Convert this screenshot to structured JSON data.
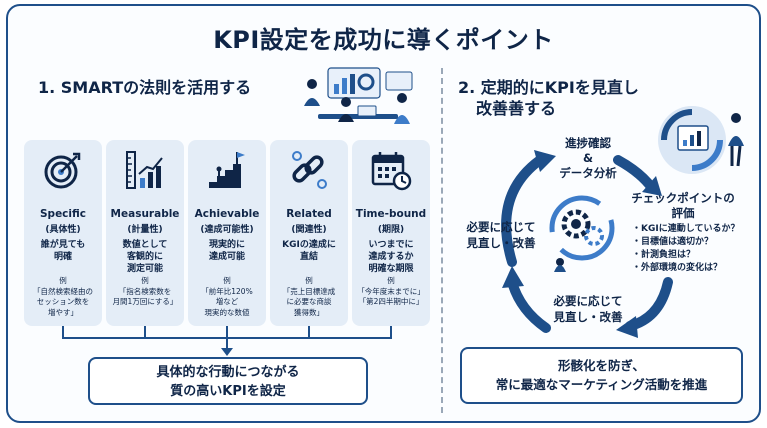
{
  "title": "KPI設定を成功に導くポイント",
  "left": {
    "heading": "1. SMARTの法則を活用する",
    "cards": [
      {
        "name": "Specific",
        "jp": "(具体性)",
        "desc": [
          "誰が見ても",
          "明確"
        ],
        "example": [
          "例",
          "「自然検索経由の",
          "セッション数を",
          "増やす」"
        ]
      },
      {
        "name": "Measurable",
        "jp": "(計量性)",
        "desc": [
          "数値として",
          "客観的に",
          "測定可能"
        ],
        "example": [
          "例",
          "「指名検索数を",
          "月間1万回にする」"
        ]
      },
      {
        "name": "Achievable",
        "jp": "(達成可能性)",
        "desc": [
          "現実的に",
          "達成可能"
        ],
        "example": [
          "例",
          "「前年比120%",
          "増など",
          "現実的な数値"
        ]
      },
      {
        "name": "Related",
        "jp": "(関連性)",
        "desc": [
          "KGIの達成に",
          "直結"
        ],
        "example": [
          "例",
          "「売上目標達成",
          "に必要な商談",
          "獲得数」"
        ]
      },
      {
        "name": "Time-bound",
        "jp": "(期限)",
        "desc": [
          "いつまでに",
          "達成するか",
          "明確な期限"
        ],
        "example": [
          "例",
          "「今年度末までに」",
          "「第2四半期中に」"
        ]
      }
    ],
    "result": [
      "具体的な行動につながる",
      "質の高いKPIを設定"
    ]
  },
  "right": {
    "heading": [
      "2. 定期的にKPIを見直し",
      "改善善する"
    ],
    "cycle_top": [
      "進捗確認",
      "&",
      "データ分析"
    ],
    "checkpoint_title": [
      "チェックポイントの",
      "評価"
    ],
    "checkpoints": [
      "・KGIに連動しているか？",
      "・目標値は適切か？",
      "・計測負担は？",
      "・外部環境の変化は？"
    ],
    "cycle_bottom": [
      "必要に応じて",
      "見直し・改善"
    ],
    "cycle_left": [
      "必要に応じて",
      "見直し・改善"
    ],
    "result": [
      "形骸化を防ぎ、",
      "常に最適なマーケティング活動を推進"
    ]
  },
  "colors": {
    "navy": "#0f2547",
    "blue": "#1e4f8a",
    "card": "#e4edf7",
    "accent": "#3d7cc9"
  }
}
